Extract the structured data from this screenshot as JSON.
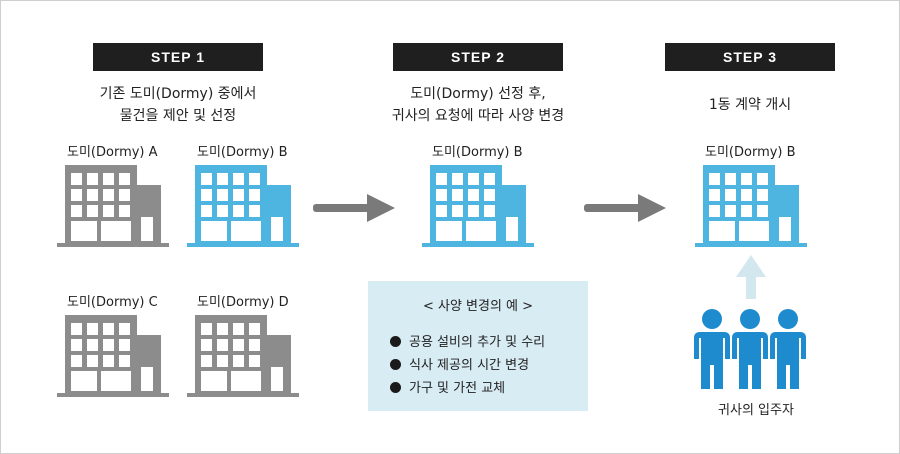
{
  "steps": [
    {
      "label": "STEP 1",
      "description_lines": [
        "기존 도미(Dormy) 중에서",
        "물건을 제안 및 선정"
      ]
    },
    {
      "label": "STEP 2",
      "description_lines": [
        "도미(Dormy) 선정 후,",
        "귀사의 요청에 따라 사양 변경"
      ]
    },
    {
      "label": "STEP 3",
      "description_lines": [
        "1동 계약 개시"
      ]
    }
  ],
  "buildings": {
    "a": {
      "label": "도미(Dormy) A",
      "color": "#8c8c8c"
    },
    "b": {
      "label": "도미(Dormy) B",
      "color": "#4db5df"
    },
    "c": {
      "label": "도미(Dormy) C",
      "color": "#8c8c8c"
    },
    "d": {
      "label": "도미(Dormy) D",
      "color": "#8c8c8c"
    },
    "step2": {
      "label": "도미(Dormy) B",
      "color": "#4db5df"
    },
    "step3": {
      "label": "도미(Dormy) B",
      "color": "#4db5df"
    }
  },
  "example_box": {
    "title": "< 사양 변경의 예 >",
    "items": [
      "공용 설비의 추가 및 수리",
      "식사 제공의 시간 변경",
      "가구 및 가전 교체"
    ]
  },
  "residents": {
    "label": "귀사의 입주자",
    "icon": "people-icon",
    "color": "#1f8bcf"
  },
  "colors": {
    "gray_building": "#8c8c8c",
    "blue_building": "#4db5df",
    "arrow": "#7a7a7a",
    "up_arrow": "#d3e8ee",
    "step_bg": "#1f1f1f",
    "box_bg": "#d8ecf4"
  }
}
